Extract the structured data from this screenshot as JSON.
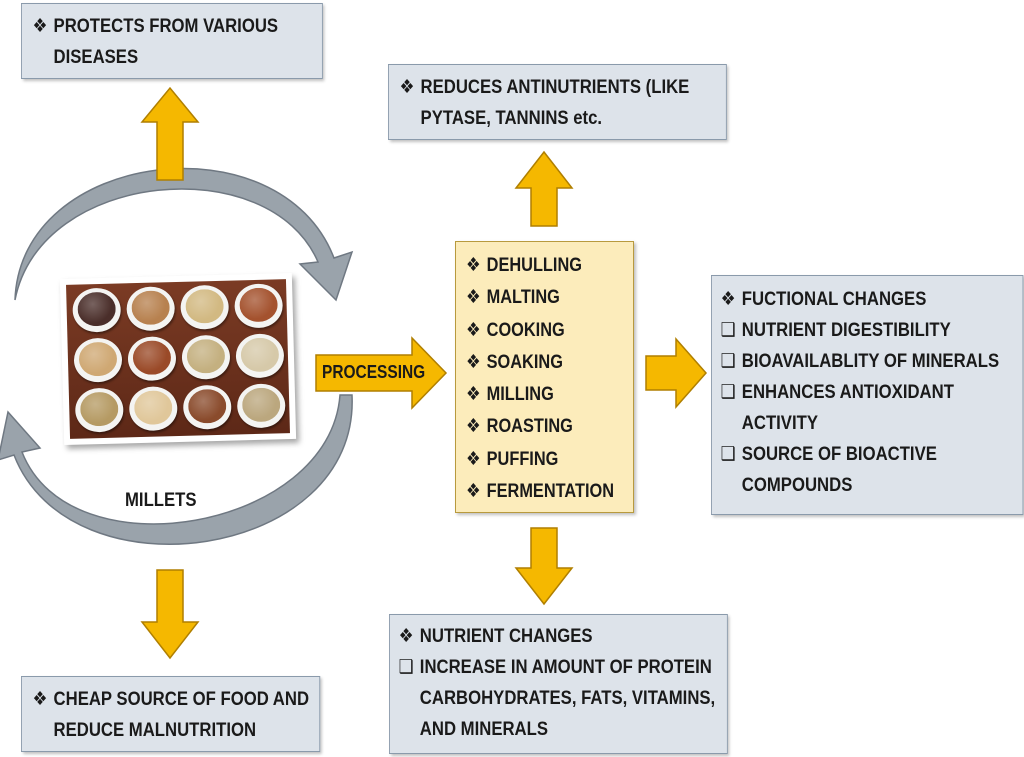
{
  "colors": {
    "arrow_fill": "#f5b800",
    "arrow_stroke": "#b07f00",
    "cycle_arrow": "#9aa3ab",
    "box_fill": "#dde3ea",
    "process_fill": "#fcecbb"
  },
  "center_label": "MILLETS",
  "processing_label": "PROCESSING",
  "top_left": {
    "bullet": "❖",
    "lines": [
      "PROTECTS FROM VARIOUS",
      "DISEASES"
    ]
  },
  "top_mid": {
    "bullet": "❖",
    "lines": [
      "REDUCES ANTINUTRIENTS (LIKE",
      "PYTASE, TANNINS etc."
    ]
  },
  "processes": {
    "bullet": "❖",
    "items": [
      "DEHULLING",
      "MALTING",
      "COOKING",
      "SOAKING",
      "MILLING",
      "ROASTING",
      "PUFFING",
      "FERMENTATION"
    ]
  },
  "right": {
    "heading": "FUCTIONAL CHANGES",
    "heading_bullet": "❖",
    "item_bullet": "❑",
    "items": [
      "NUTRIENT DIGESTIBILITY",
      "BIOAVAILABLITY OF MINERALS",
      "ENHANCES ANTIOXIDANT",
      "SOURCE OF BIOACTIVE"
    ],
    "item3_cont": "ACTIVITY",
    "item4_cont": "COMPOUNDS"
  },
  "bottom_left": {
    "bullet": "❖",
    "lines": [
      "CHEAP SOURCE OF FOOD AND",
      "REDUCE MALNUTRITION"
    ]
  },
  "bottom_mid": {
    "heading_bullet": "❖",
    "heading": "NUTRIENT CHANGES",
    "item_bullet": "❑",
    "item": "INCREASE IN AMOUNT OF PROTEIN",
    "cont1": "CARBOHYDRATES, FATS, VITAMINS,",
    "cont2": "AND MINERALS"
  },
  "bowls": [
    {
      "color": "#4a2e2a"
    },
    {
      "color": "#b7814f"
    },
    {
      "color": "#d2b982"
    },
    {
      "color": "#a4522e"
    },
    {
      "color": "#cfa873"
    },
    {
      "color": "#9a4a28"
    },
    {
      "color": "#c4b080"
    },
    {
      "color": "#d6c9a9"
    },
    {
      "color": "#b59a63"
    },
    {
      "color": "#e0c79a"
    },
    {
      "color": "#8a4b2c"
    },
    {
      "color": "#bba77e"
    }
  ]
}
